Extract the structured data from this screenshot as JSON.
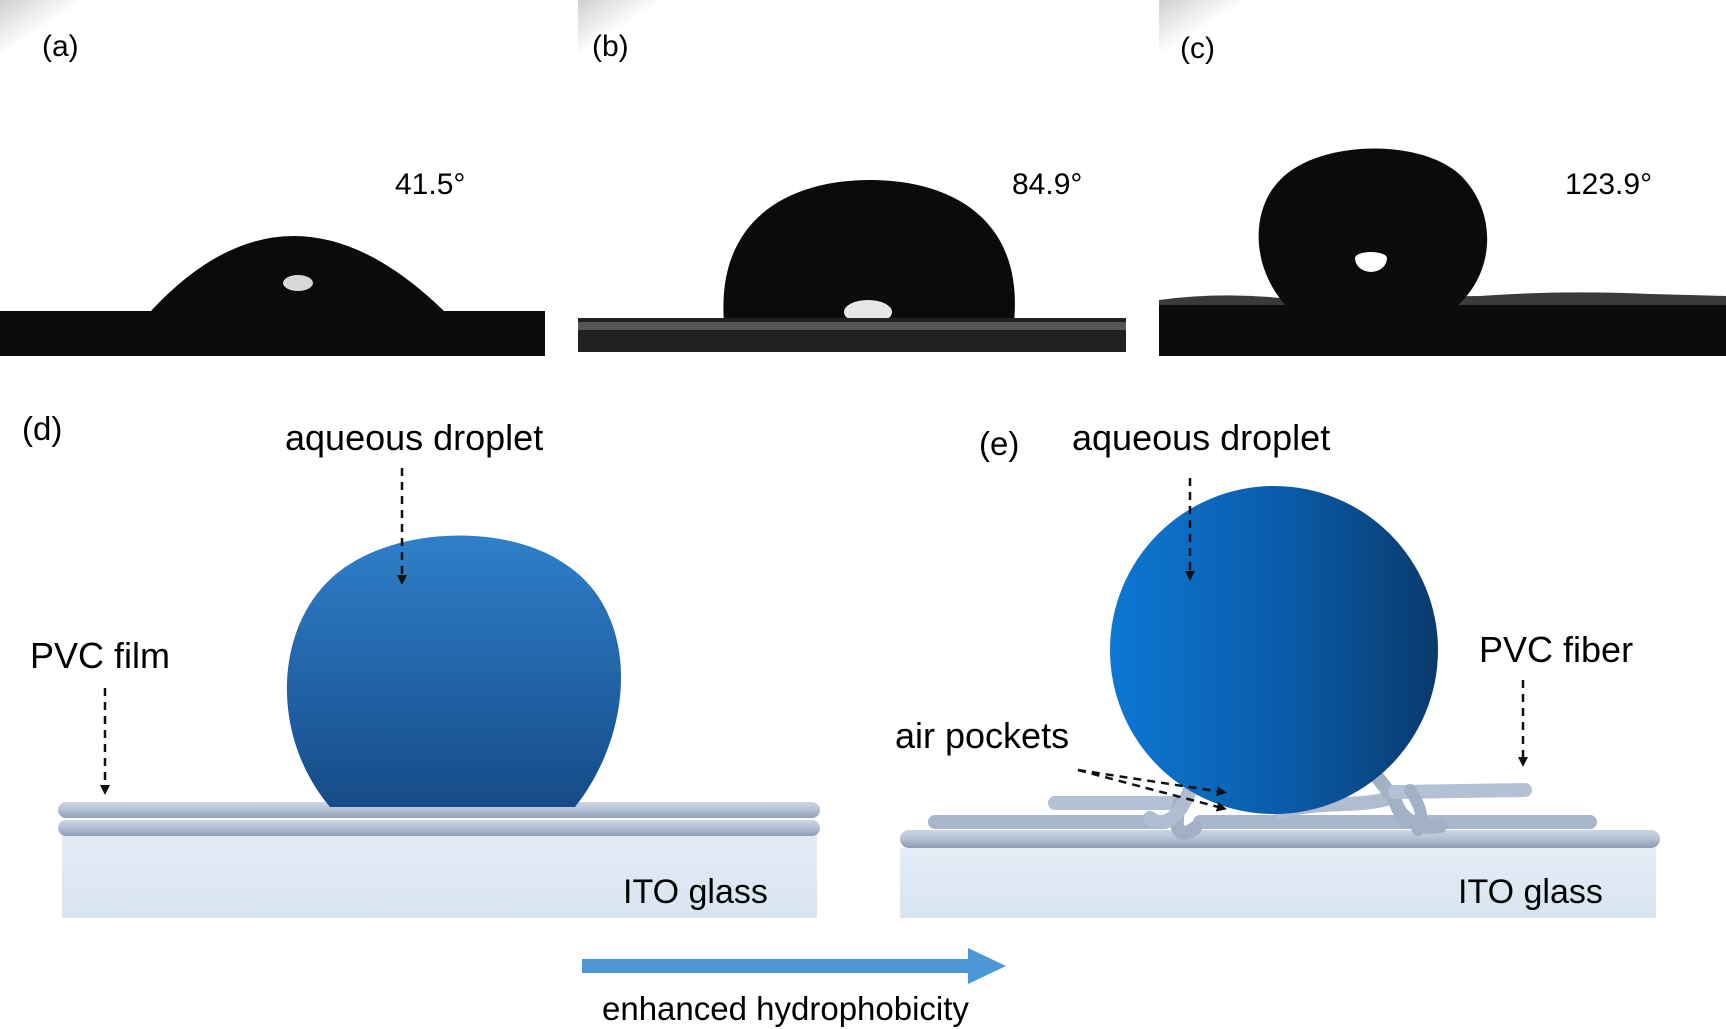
{
  "panels": {
    "a": {
      "label": "(a)",
      "angle": "41.5°"
    },
    "b": {
      "label": "(b)",
      "angle": "84.9°"
    },
    "c": {
      "label": "(c)",
      "angle": "123.9°"
    },
    "d": {
      "label": "(d)",
      "droplet_label": "aqueous droplet",
      "layer_label": "PVC film",
      "substrate_label": "ITO glass"
    },
    "e": {
      "label": "(e)",
      "droplet_label": "aqueous droplet",
      "fiber_label": "PVC fiber",
      "air_label": "air pockets",
      "substrate_label": "ITO glass"
    }
  },
  "arrow_label": "enhanced hydrophobicity",
  "colors": {
    "droplet_light": "#2f7cc6",
    "droplet_dark": "#1a5497",
    "droplet_e_light": "#0c74cf",
    "droplet_e_dark": "#0b3e73",
    "glass": "#dde8f3",
    "pvc": "#b7c4d8",
    "pvc_edge": "#8b99b2",
    "arrow": "#4c97d6",
    "photo_black": "#0b0b0b",
    "photo_bg": "#ffffff"
  }
}
